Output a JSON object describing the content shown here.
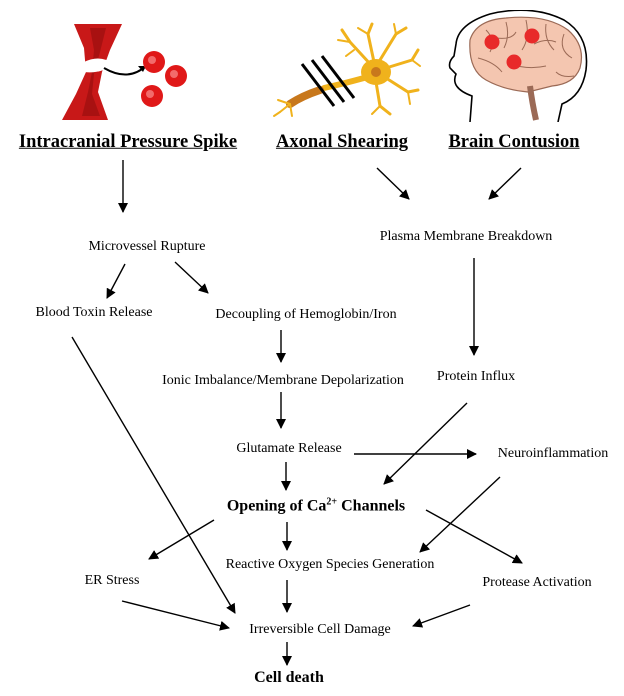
{
  "headers": {
    "intracranial": "Intracranial Pressure Spike",
    "axonal": "Axonal Shearing",
    "contusion": "Brain Contusion"
  },
  "nodes": {
    "microvessel": "Microvessel Rupture",
    "plasma": "Plasma Membrane Breakdown",
    "toxin": "Blood Toxin Release",
    "hemoglobin": "Decoupling of Hemoglobin/Iron",
    "ionic": "Ionic Imbalance/Membrane Depolarization",
    "protein": "Protein Influx",
    "glutamate": "Glutamate Release",
    "neuroinflammation": "Neuroinflammation",
    "calcium_prefix": "Opening of Ca",
    "calcium_sup": "2+",
    "calcium_suffix": " Channels",
    "er_stress": "ER Stress",
    "ros": "Reactive Oxygen Species Generation",
    "protease": "Protease Activation",
    "damage": "Irreversible Cell Damage",
    "death": "Cell death"
  },
  "icons": {
    "intracranial": "blood-vessel-rupture-icon",
    "axonal": "sheared-neuron-icon",
    "contusion": "bruised-brain-head-icon"
  },
  "colors": {
    "vessel": "#c81818",
    "blood_cell": "#e01818",
    "neuron": "#f0b21c",
    "axon": "#c8781c",
    "contusion": "#e82a2a",
    "brain": "#f4c6b0"
  }
}
